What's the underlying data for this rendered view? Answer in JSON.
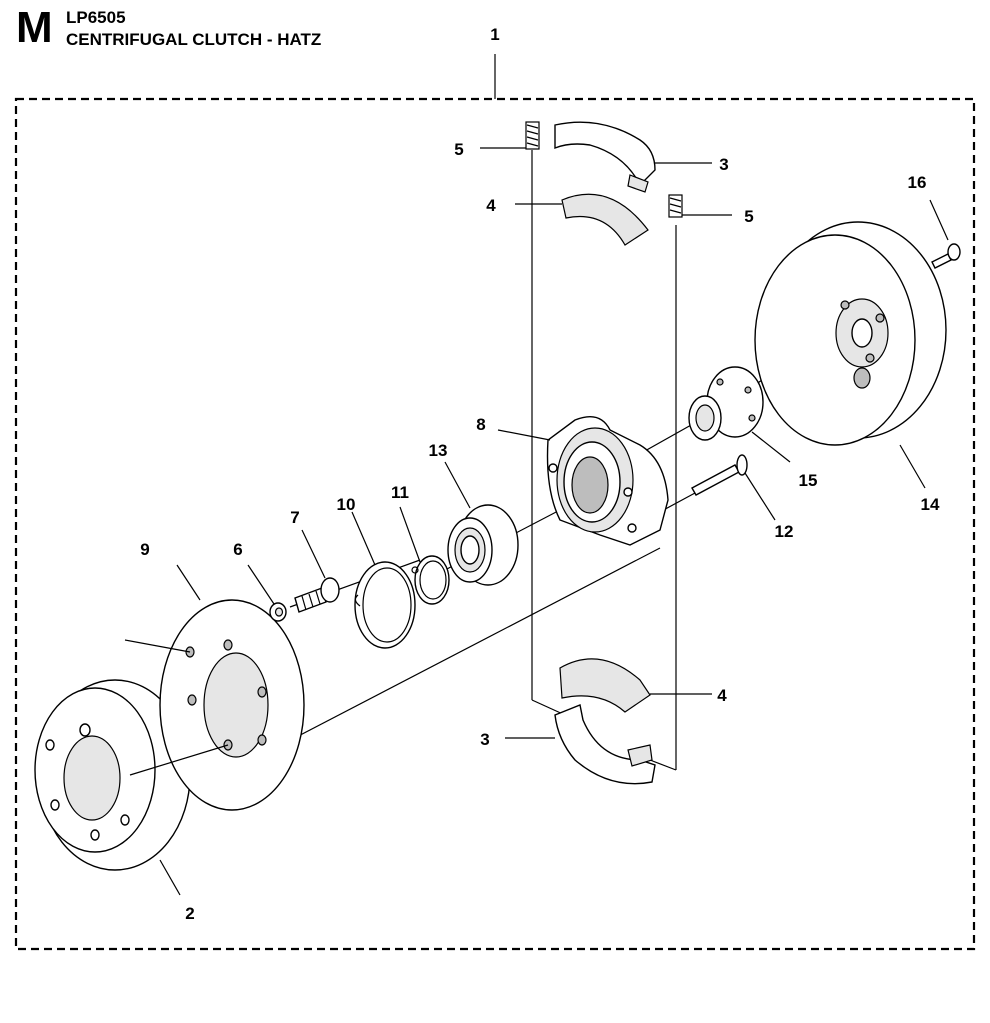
{
  "header": {
    "section_letter": "M",
    "model": "LP6505",
    "title": "CENTRIFUGAL CLUTCH - HATZ"
  },
  "diagram": {
    "callouts": [
      {
        "id": "c1",
        "label": "1"
      },
      {
        "id": "c2",
        "label": "2"
      },
      {
        "id": "c3a",
        "label": "3"
      },
      {
        "id": "c3b",
        "label": "3"
      },
      {
        "id": "c4a",
        "label": "4"
      },
      {
        "id": "c4b",
        "label": "4"
      },
      {
        "id": "c5a",
        "label": "5"
      },
      {
        "id": "c5b",
        "label": "5"
      },
      {
        "id": "c6",
        "label": "6"
      },
      {
        "id": "c7",
        "label": "7"
      },
      {
        "id": "c8",
        "label": "8"
      },
      {
        "id": "c9",
        "label": "9"
      },
      {
        "id": "c10",
        "label": "10"
      },
      {
        "id": "c11",
        "label": "11"
      },
      {
        "id": "c12",
        "label": "12"
      },
      {
        "id": "c13",
        "label": "13"
      },
      {
        "id": "c14",
        "label": "14"
      },
      {
        "id": "c15",
        "label": "15"
      },
      {
        "id": "c16",
        "label": "16"
      }
    ]
  }
}
